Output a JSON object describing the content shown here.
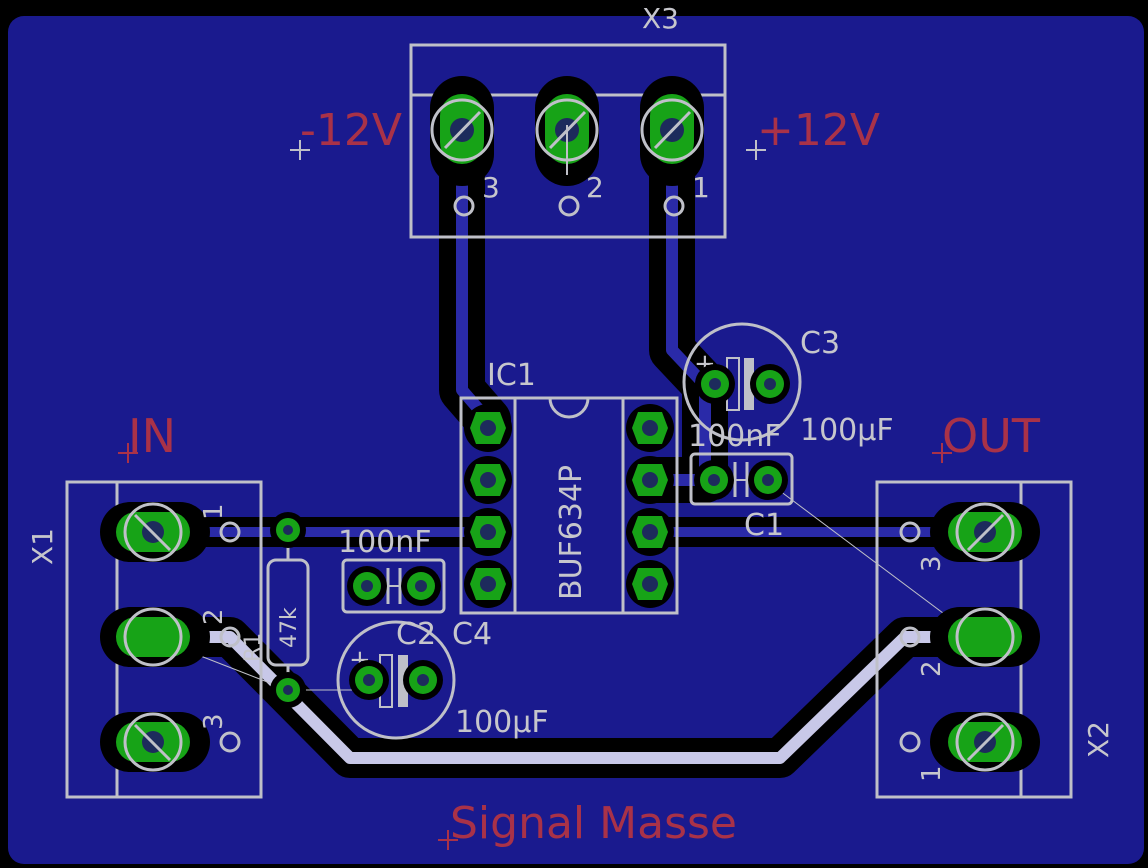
{
  "board": {
    "background": "#000000",
    "copper_color": "#1a1a8e",
    "pad_color": "#17a317",
    "silk_color": "#bfc0c8",
    "label_color": "#a93248"
  },
  "components": {
    "x3": {
      "name": "X3",
      "pin1": "1",
      "pin2": "2",
      "pin3": "3"
    },
    "x1": {
      "name": "X1",
      "pin1": "1",
      "pin2": "2",
      "pin3": "3"
    },
    "x2": {
      "name": "X2",
      "pin1": "1",
      "pin2": "2",
      "pin3": "3"
    },
    "ic1": {
      "name": "IC1",
      "value": "BUF634P"
    },
    "c1": {
      "name": "C1",
      "value": "100nF"
    },
    "c2": {
      "name": "C2",
      "value": "100µF"
    },
    "c3": {
      "name": "C3",
      "value": "100µF"
    },
    "c4": {
      "name": "C4",
      "value": "100nF"
    },
    "r1": {
      "name": "R1",
      "value": "47k"
    }
  },
  "labels": {
    "minus12v": "-12V",
    "plus12v": "+12V",
    "in": "IN",
    "out": "OUT",
    "signal_masse": "Signal Masse",
    "polarity_plus": "+"
  }
}
